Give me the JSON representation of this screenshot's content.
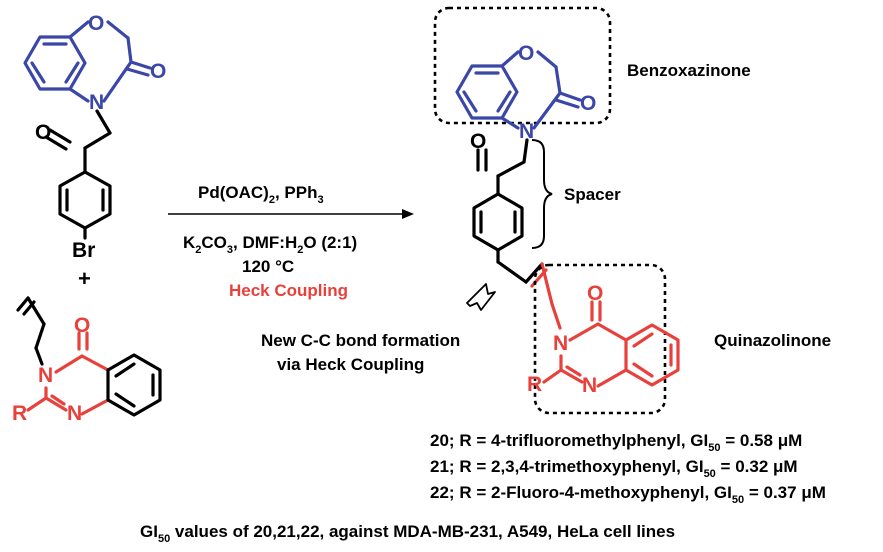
{
  "reagents": {
    "line1": [
      "Pd(OAC)",
      "2",
      ", PPh",
      "3"
    ],
    "line2": [
      "K",
      "2",
      "CO",
      "3",
      ", DMF:H",
      "2",
      "O (2:1)"
    ],
    "line3": "120 °C",
    "line4": "Heck Coupling"
  },
  "plus": "+",
  "labels": {
    "benzoxazinone": "Benzoxazinone",
    "spacer": "Spacer",
    "quinazolinone": "Quinazolinone",
    "bond_line1": "New C-C bond formation",
    "bond_line2": "via Heck Coupling"
  },
  "atoms": {
    "O": "O",
    "N": "N",
    "Br": "Br",
    "R": "R"
  },
  "compounds": [
    {
      "id": "20",
      "r": "4-trifluoromethylphenyl",
      "gi50": "0.58"
    },
    {
      "id": "21",
      "r": "2,3,4-trimethoxyphenyl",
      "gi50": "0.32"
    },
    {
      "id": "22",
      "r": "2-Fluoro-4-methoxyphenyl",
      "gi50": "0.37"
    }
  ],
  "gi_text": {
    "gi": "GI",
    "sub": "50",
    "unit": "μM",
    "r_prefix": "R ="
  },
  "footer": {
    "pre": "GI",
    "sub": "50",
    "post": " values of 20,21,22, against MDA-MB-231, A549, HeLa cell lines"
  },
  "colors": {
    "benzoxazinone": "#3b47a8",
    "quinazolinone": "#e8413c",
    "black": "#000000"
  }
}
